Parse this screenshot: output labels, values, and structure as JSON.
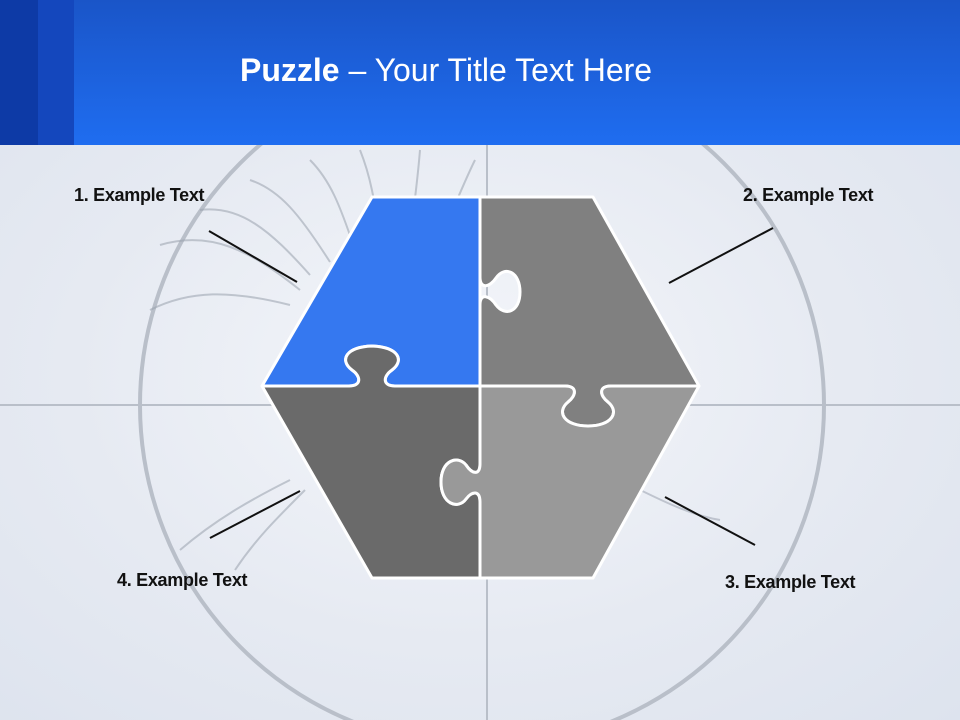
{
  "title": {
    "bold": "Puzzle",
    "rest": "– Your Title Text Here"
  },
  "labels": [
    "1. Example Text",
    "2. Example Text",
    "3. Example Text",
    "4. Example Text"
  ],
  "colors": {
    "header": "#1f6df0",
    "piece_top_left": "#3578f0",
    "piece_top_right": "#808080",
    "piece_bottom_left": "#6a6a6a",
    "piece_bottom_right": "#999999",
    "outline": "#ffffff",
    "connector": "#111111"
  }
}
